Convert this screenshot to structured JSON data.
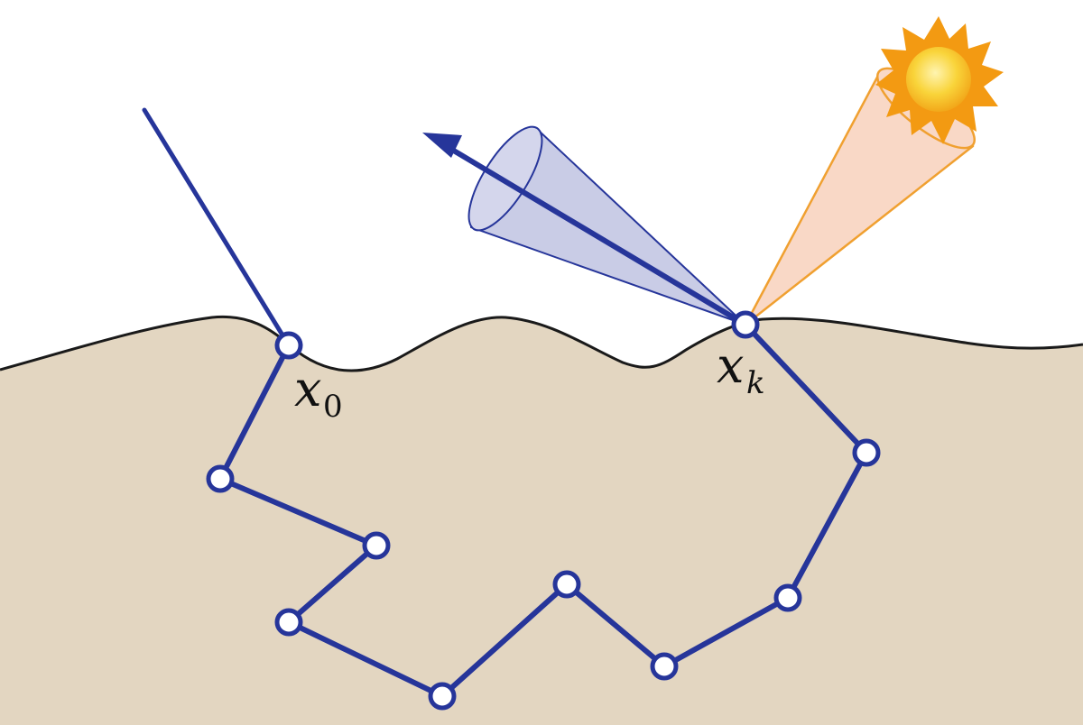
{
  "labels": {
    "entry_var": "x",
    "entry_sub": "0",
    "exit_var": "x",
    "exit_sub": "k"
  },
  "colors": {
    "material": "#e3d6c1",
    "surface_line": "#1a1a1a",
    "path": "#26359a",
    "vertex_fill": "#ffffff",
    "view_cone_fill": "#c9cce6",
    "light_cone_fill": "#f9d8c6",
    "light_cone_stroke": "#f0a030",
    "sun_rays": "#f39a12",
    "sun_core": "#f8cf2c"
  },
  "icons": [
    "sun-icon",
    "arrow-head-icon"
  ]
}
